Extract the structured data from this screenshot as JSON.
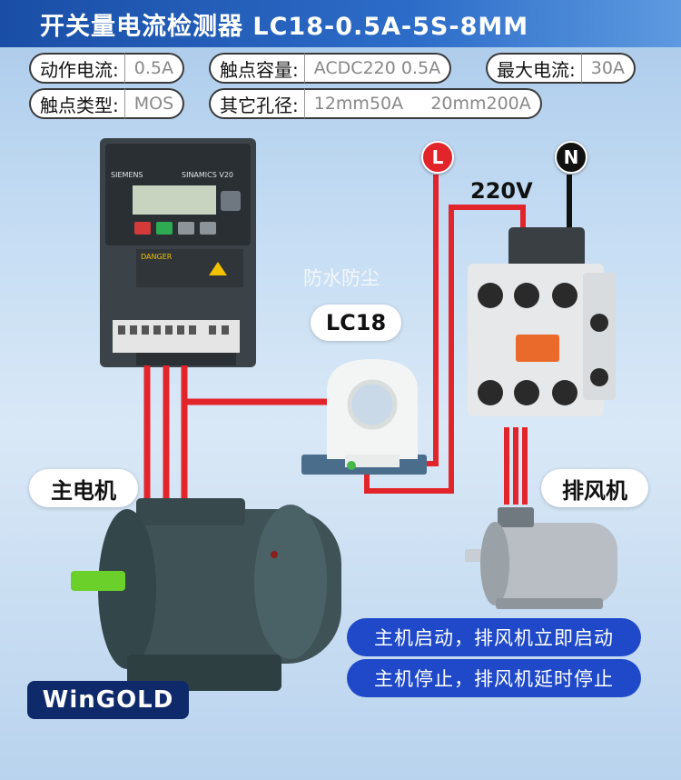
{
  "header": {
    "title": "开关量电流检测器 LC18-0.5A-5S-8MM"
  },
  "specs": [
    {
      "label": "动作电流:",
      "value": "0.5A"
    },
    {
      "label": "触点容量:",
      "value": "ACDC220 0.5A"
    },
    {
      "label": "最大电流:",
      "value": "30A"
    },
    {
      "label": "触点类型:",
      "value": "MOS"
    },
    {
      "label": "其它孔径:",
      "value": "12mm50A     20mm200A"
    }
  ],
  "wiring": {
    "line_label": "L",
    "neutral_label": "N",
    "voltage": "220V"
  },
  "sensor": {
    "feature": "防水防尘",
    "model": "LC18"
  },
  "inverter": {
    "brand": "SIEMENS",
    "model": "SINAMICS V20",
    "warning": "DANGER"
  },
  "labels": {
    "main_motor": "主电机",
    "exhaust_fan": "排风机"
  },
  "notes": [
    "主机启动，排风机立即启动",
    "主机停止，排风机延时停止"
  ],
  "logo": "WinGOLD",
  "colors": {
    "header": "#1f58b8",
    "wire_red": "#e2242b",
    "wire_black": "#111111",
    "note_bg": "#1f49c9",
    "motor": "#3f5357"
  }
}
